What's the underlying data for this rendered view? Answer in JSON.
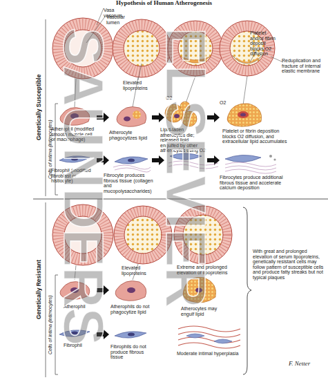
{
  "diagram": {
    "title": "Hypothesis of Human Atherogenesis",
    "nodes": [
      {
        "text": [
          "Genetically Susceptible"
        ]
      },
      {
        "text": [
          "Cells of intima (intimocytes)"
        ],
        "in": 0
      },
      {
        "text": [
          "Genetically Resistant"
        ]
      },
      {
        "text": [
          "Cells of intima (intimocytes)"
        ],
        "in": 2
      }
    ],
    "labels": [
      "Vasa vasorum",
      "Vascular lumen",
      "Elevated lipoproteins",
      "O2",
      "O2",
      "Platelet and/or fibrin deposit blocks O2 diffusion",
      "Reduplication and fracture of internal elastic membrane",
      "Atherophil (modified smooth muscle cell or macrophage)",
      "Atherocyte phagocytizes lipid",
      "Lipid-laden atherocytes die; released lipid engulfed by other atherocytes using O2",
      "Platelet or fibrin deposition blocks O2 diffusion, and extracellular lipid accumulates",
      "Fibrophil (modified fibroblast or histiocyte)",
      "Fibrocyte produces fibrous tissue (collagen and mucopolysaccharides)",
      "Fibrocytes produce additional fibrous tissue and accelerate calcium deposition",
      "Elevated lipoproteins",
      "Extreme and prolonged elevation of lipoproteins",
      "Atherocytes may engulf lipid",
      "Atherophil",
      "Atherophils do not phagocytize lipid",
      "Fibrophil",
      "Fibrophils do not produce fibrous tissue",
      "Moderate intimal hyperplasia",
      "With great and prolonged elevation of serum lipoproteins, genetically resistant cells may follow pattern of susceptible cells and produce fatty streaks but not typical plaques",
      "SAUNDERS",
      "ELSEVIER",
      "F. Netter"
    ]
  }
}
